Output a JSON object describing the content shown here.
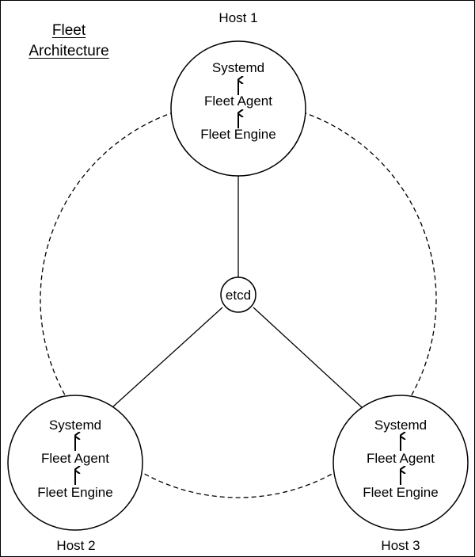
{
  "title": {
    "line1": "Fleet",
    "line2": "Architecture"
  },
  "center_node": {
    "label": "etcd"
  },
  "hosts": [
    {
      "name": "Host 1",
      "stack": [
        "Systemd",
        "Fleet Agent",
        "Fleet Engine"
      ]
    },
    {
      "name": "Host 2",
      "stack": [
        "Systemd",
        "Fleet Agent",
        "Fleet Engine"
      ]
    },
    {
      "name": "Host 3",
      "stack": [
        "Systemd",
        "Fleet Agent",
        "Fleet Engine"
      ]
    }
  ]
}
